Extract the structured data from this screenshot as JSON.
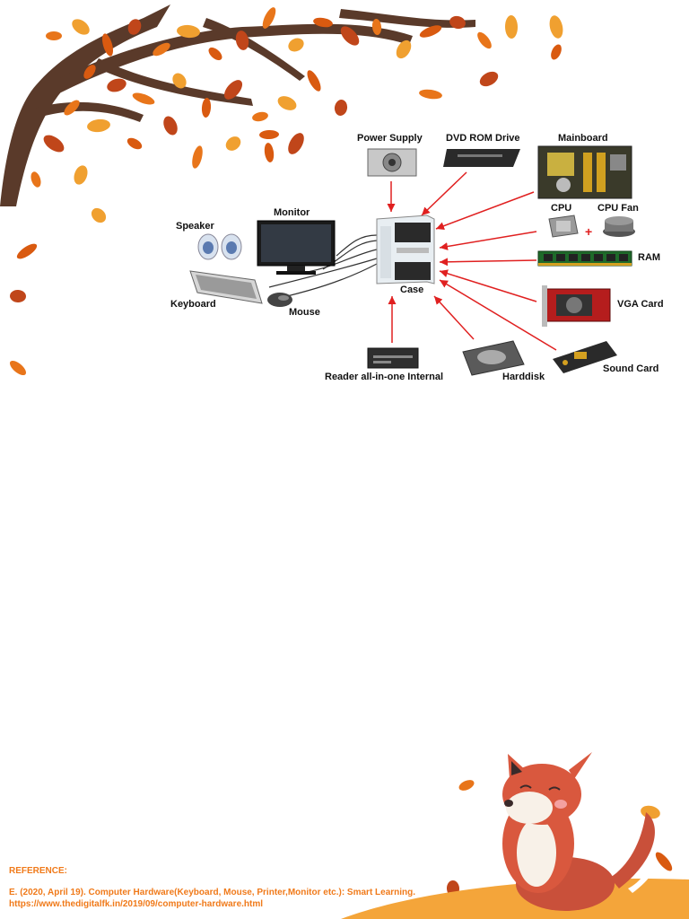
{
  "diagram": {
    "labels": {
      "power_supply": "Power Supply",
      "dvd_rom": "DVD ROM Drive",
      "mainboard": "Mainboard",
      "cpu": "CPU",
      "plus": "+",
      "cpu_fan": "CPU Fan",
      "ram": "RAM",
      "vga_card": "VGA Card",
      "sound_card": "Sound Card",
      "harddisk": "Harddisk",
      "reader": "Reader all-in-one Internal",
      "case": "Case",
      "speaker": "Speaker",
      "monitor": "Monitor",
      "keyboard": "Keyboard",
      "mouse": "Mouse"
    },
    "colors": {
      "arrow": "#e02020",
      "cable": "#333333"
    }
  },
  "reference": {
    "title": "REFERENCE:",
    "text": "E. (2020, April 19). Computer Hardware(Keyboard, Mouse, Printer,Monitor etc.): Smart Learning. https://www.thedigitalfk.in/2019/09/computer-hardware.html"
  },
  "decor": {
    "theme": "autumn",
    "leaf_colors": [
      "#e8751a",
      "#f0a030",
      "#d95a10",
      "#c0461a"
    ],
    "tree_color": "#5a3a2a"
  }
}
